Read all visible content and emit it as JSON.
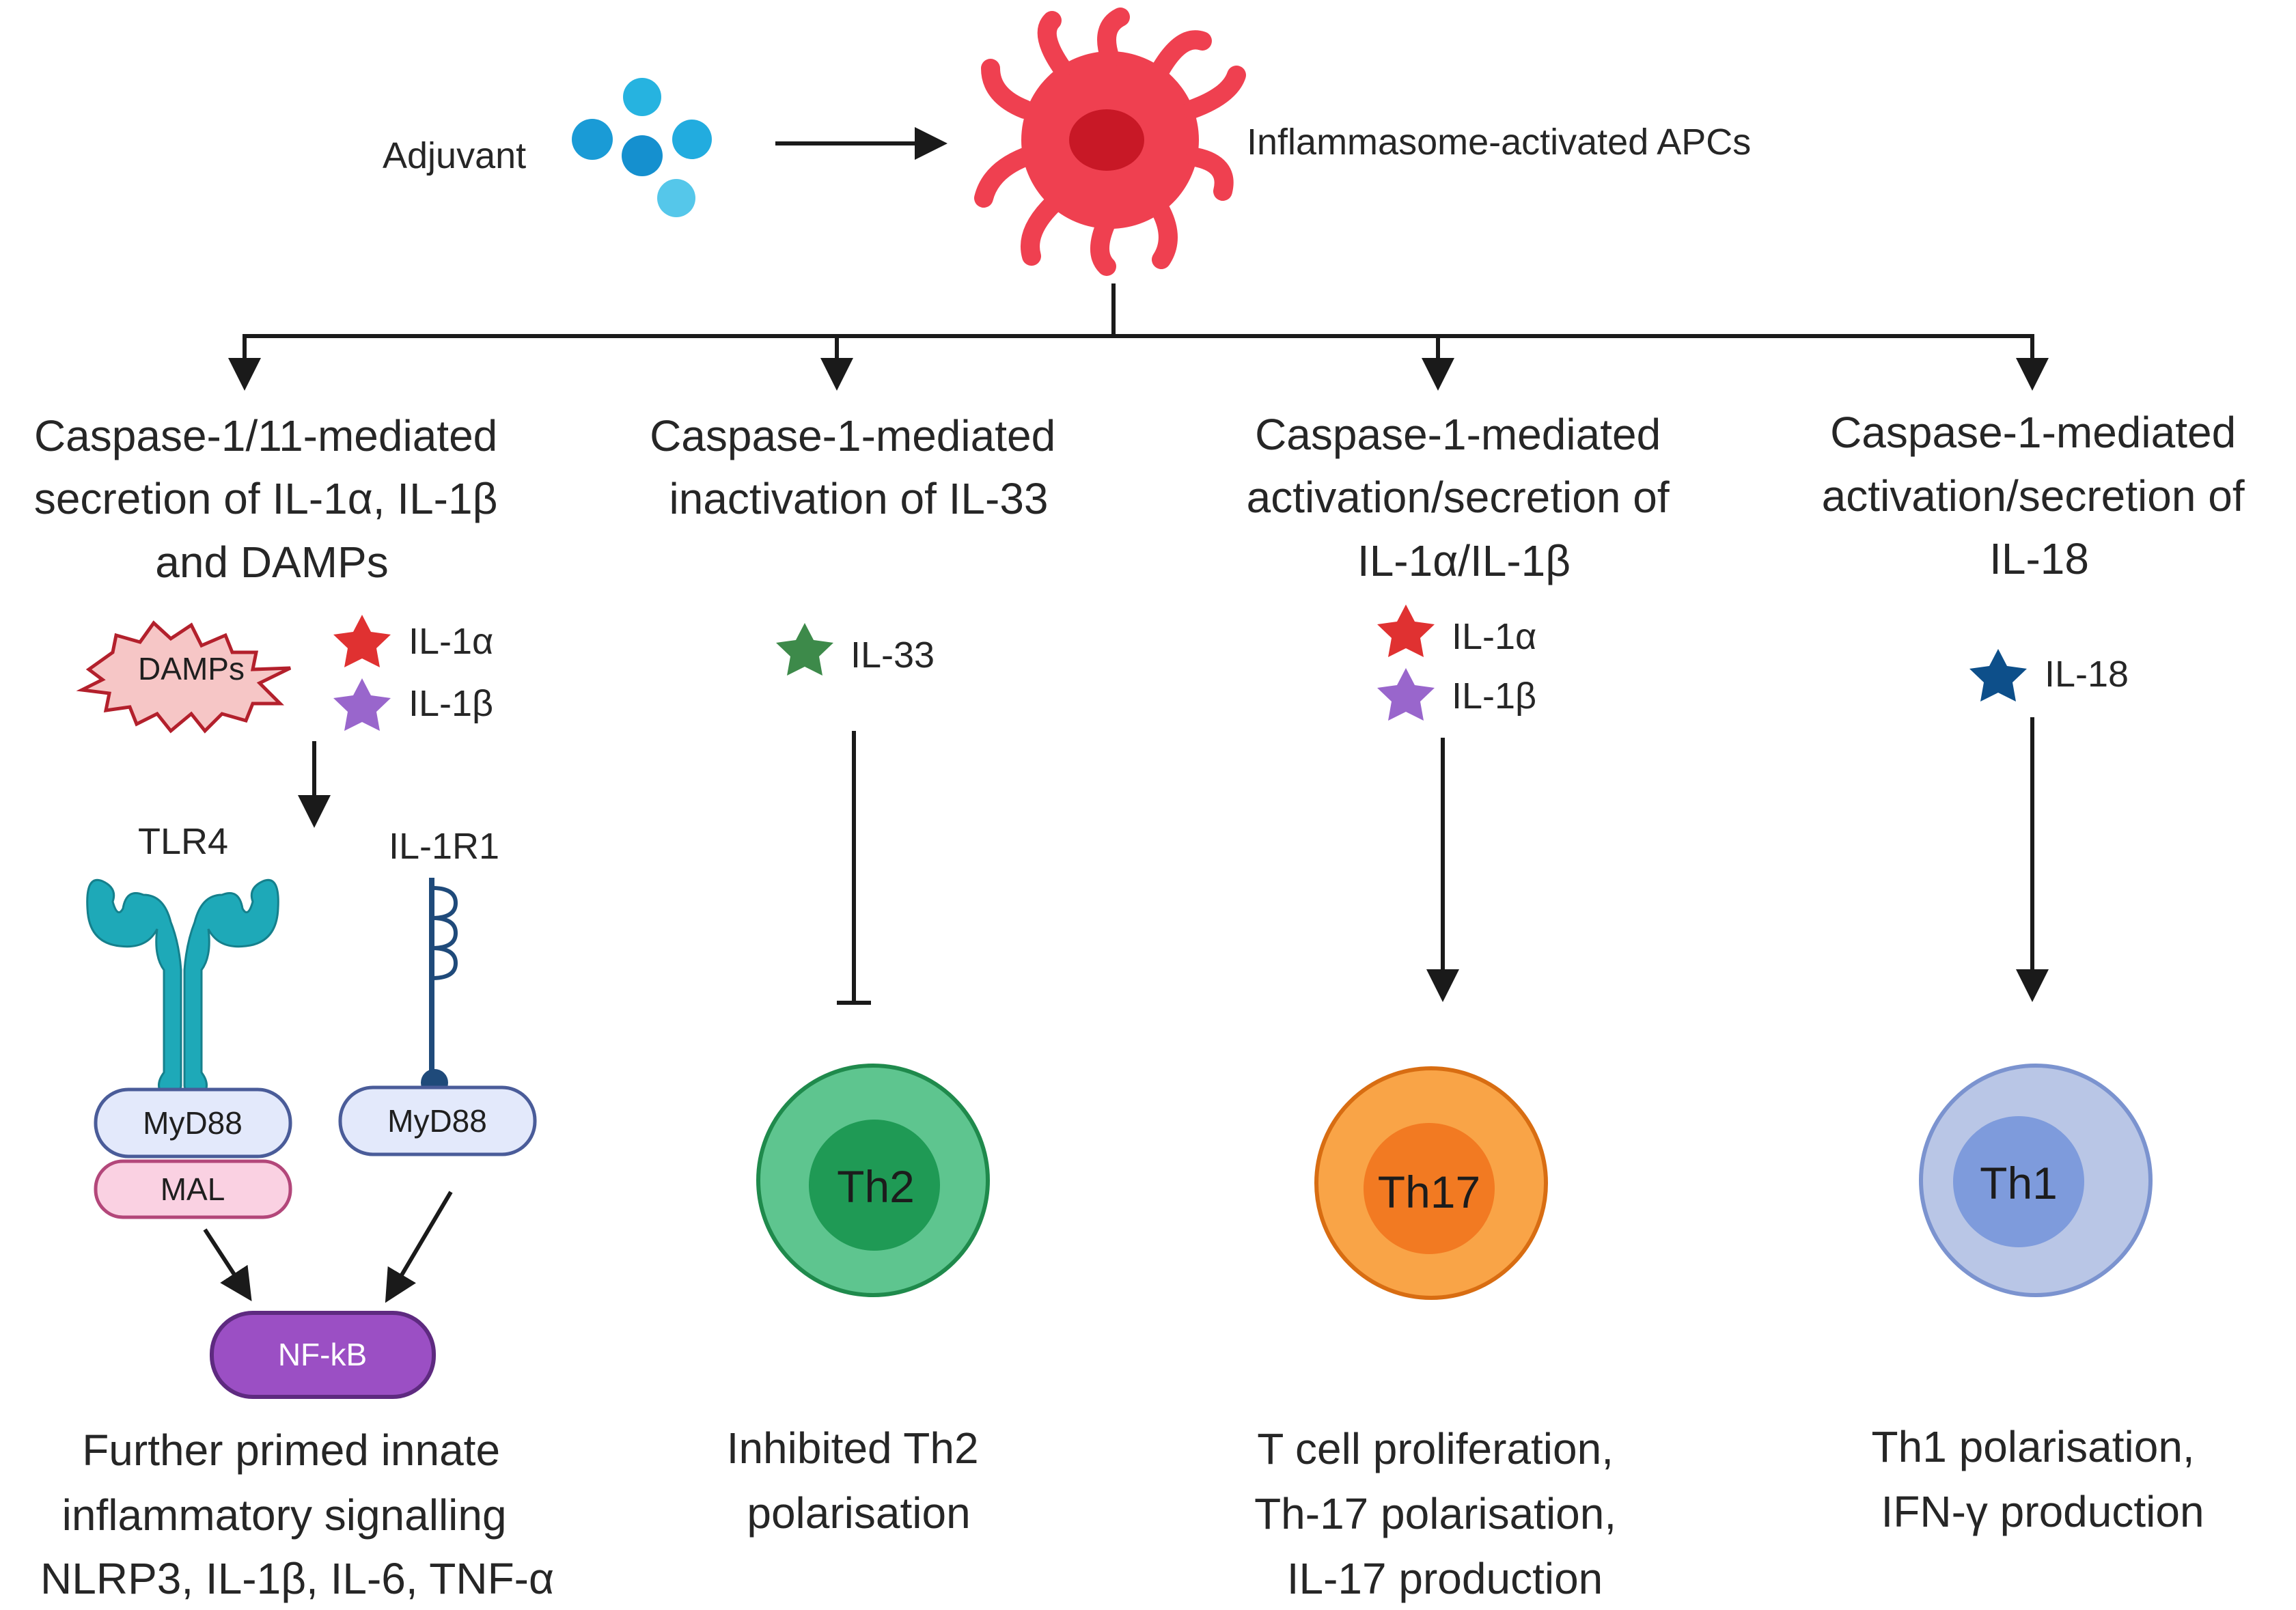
{
  "adjuvant": {
    "label": "Adjuvant"
  },
  "apc": {
    "label": "Inflammasome-activated APCs"
  },
  "columns": [
    {
      "heading": [
        "Caspase-1/11-mediated",
        "secretion of IL-1α, IL-1β",
        "and DAMPs"
      ],
      "damps_label": "DAMPs",
      "cytokines": [
        "IL-1α",
        "IL-1β"
      ],
      "receptors": {
        "tlr4": "TLR4",
        "il1r1": "IL-1R1"
      },
      "adaptors": {
        "myd88_left": "MyD88",
        "mal": "MAL",
        "myd88_right": "MyD88"
      },
      "nfkb": "NF-kB",
      "outcome": [
        "Further primed innate",
        "inflammatory signalling",
        "NLRP3, IL-1β, IL-6, TNF-α"
      ]
    },
    {
      "heading": [
        "Caspase-1-mediated",
        "inactivation of IL-33"
      ],
      "cytokines": [
        "IL-33"
      ],
      "cell": "Th2",
      "outcome": [
        "Inhibited Th2",
        "polarisation"
      ]
    },
    {
      "heading": [
        "Caspase-1-mediated",
        "activation/secretion of",
        "IL-1α/IL-1β"
      ],
      "cytokines": [
        "IL-1α",
        "IL-1β"
      ],
      "cell": "Th17",
      "outcome": [
        "T cell proliferation,",
        "Th-17 polarisation,",
        "IL-17 production"
      ]
    },
    {
      "heading": [
        "Caspase-1-mediated",
        "activation/secretion of",
        "IL-18"
      ],
      "cytokines": [
        "IL-18"
      ],
      "cell": "Th1",
      "outcome": [
        "Th1 polarisation,",
        "IFN-γ production"
      ]
    }
  ],
  "colors": {
    "apc": "#ef4050",
    "apc_nucleus": "#c81826",
    "adjuvant": "#1a9bd6",
    "il1a_star": "#e03131",
    "il1b_star": "#9966cc",
    "il33_star": "#3d8a4a",
    "il18_star": "#0d4f8a",
    "tlr4": "#1ea9b8",
    "th2_outer": "#5ec58f",
    "th2_inner": "#1f9a55",
    "th17_outer": "#f9a447",
    "th17_inner": "#f27a22",
    "th1_outer": "#b9c6e6",
    "th1_inner": "#7e9bdc",
    "nfkb": "#9b4fc4",
    "myd88": "#e3e9fb",
    "mal": "#fad1e2"
  }
}
